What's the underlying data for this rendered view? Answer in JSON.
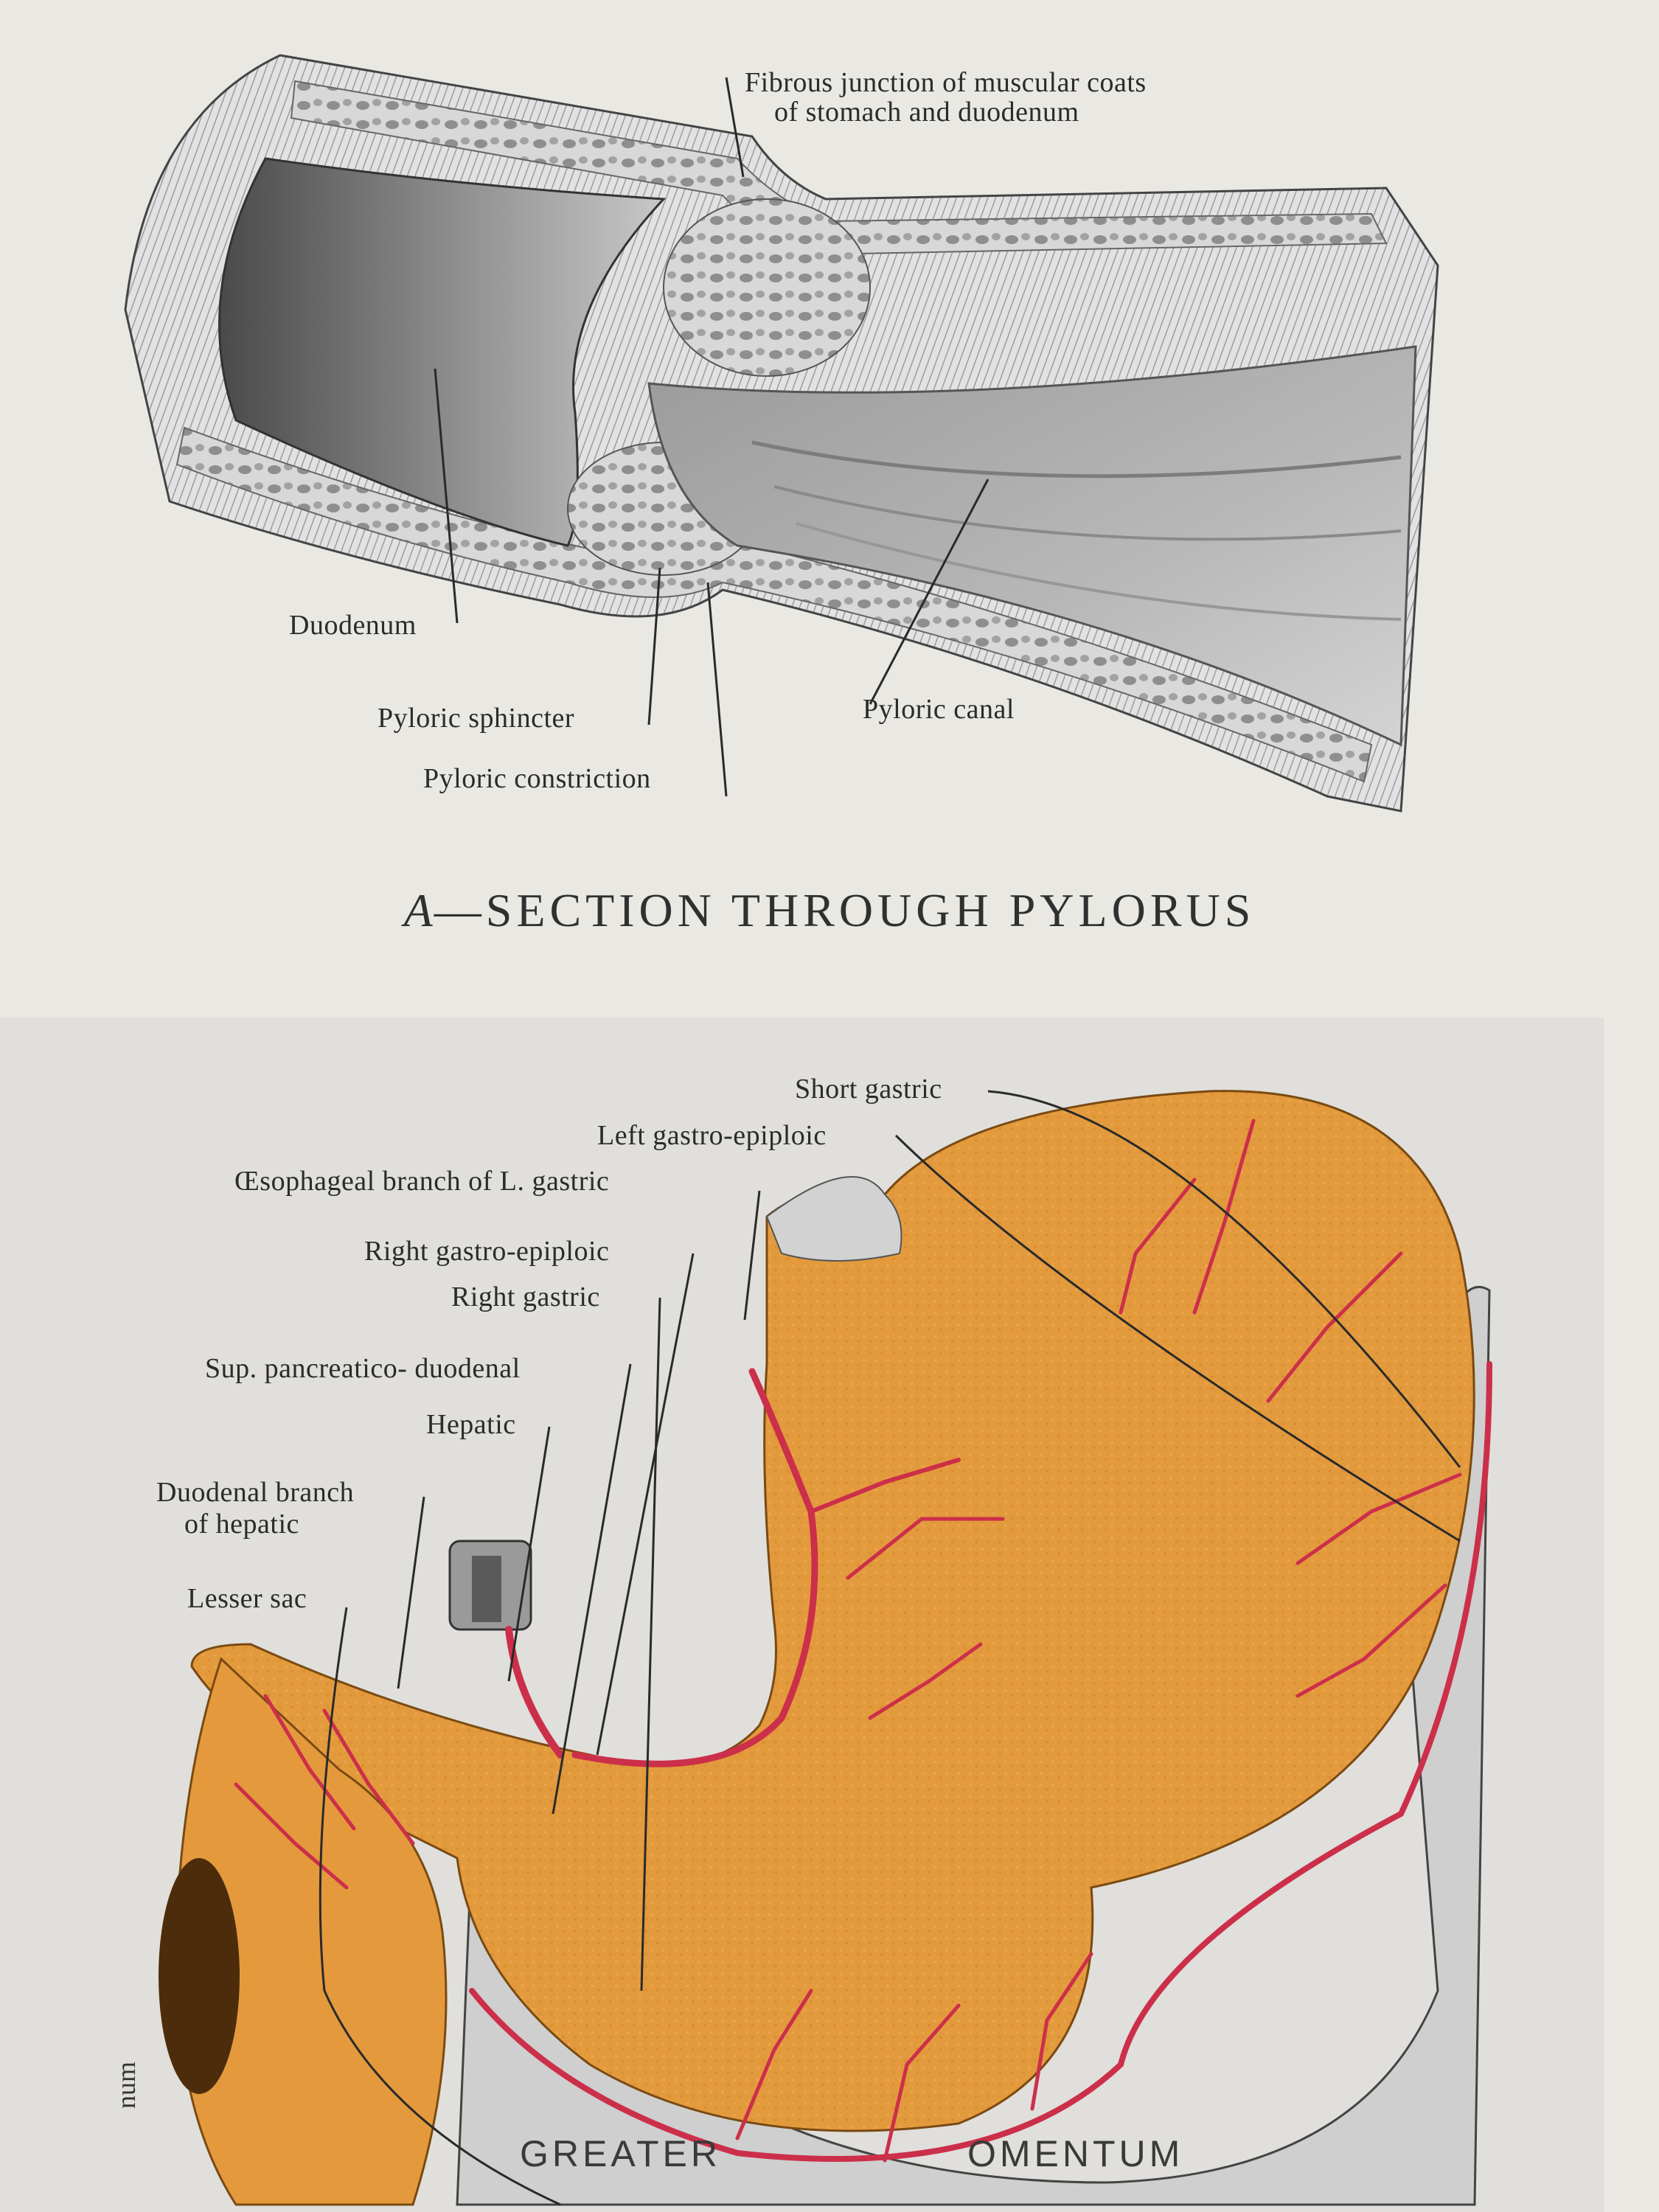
{
  "diagram_a": {
    "caption_letter": "A",
    "caption_text": "—SECTION  THROUGH  PYLORUS",
    "labels": {
      "fibrous_junction_line1": "Fibrous junction of muscular coats",
      "fibrous_junction_line2": "of stomach and duodenum",
      "duodenum": "Duodenum",
      "pyloric_sphincter": "Pyloric sphincter",
      "pyloric_constriction": "Pyloric constriction",
      "pyloric_canal": "Pyloric canal"
    }
  },
  "diagram_b": {
    "labels": {
      "short_gastric": "Short gastric",
      "left_gastro_epiploic": "Left gastro-epiploic",
      "oesophageal_branch": "Œsophageal branch of  L. gastric",
      "right_gastro_epiploic": "Right gastro-epiploic",
      "right_gastric": "Right gastric",
      "sup_pancreatico_duodenal": "Sup. pancreatico- duodenal",
      "hepatic": "Hepatic",
      "duodenal_branch_line1": "Duodenal branch",
      "duodenal_branch_line2": "of hepatic",
      "lesser_sac": "Lesser sac",
      "greater": "GREATER",
      "omentum": "OMENTUM",
      "side_fragment": "num"
    }
  },
  "colors": {
    "background": "#e9e8e3",
    "tissue_orange": "#e49a3c",
    "vessel_red": "#cc2f4a",
    "line_ink": "#2a2a2a"
  }
}
